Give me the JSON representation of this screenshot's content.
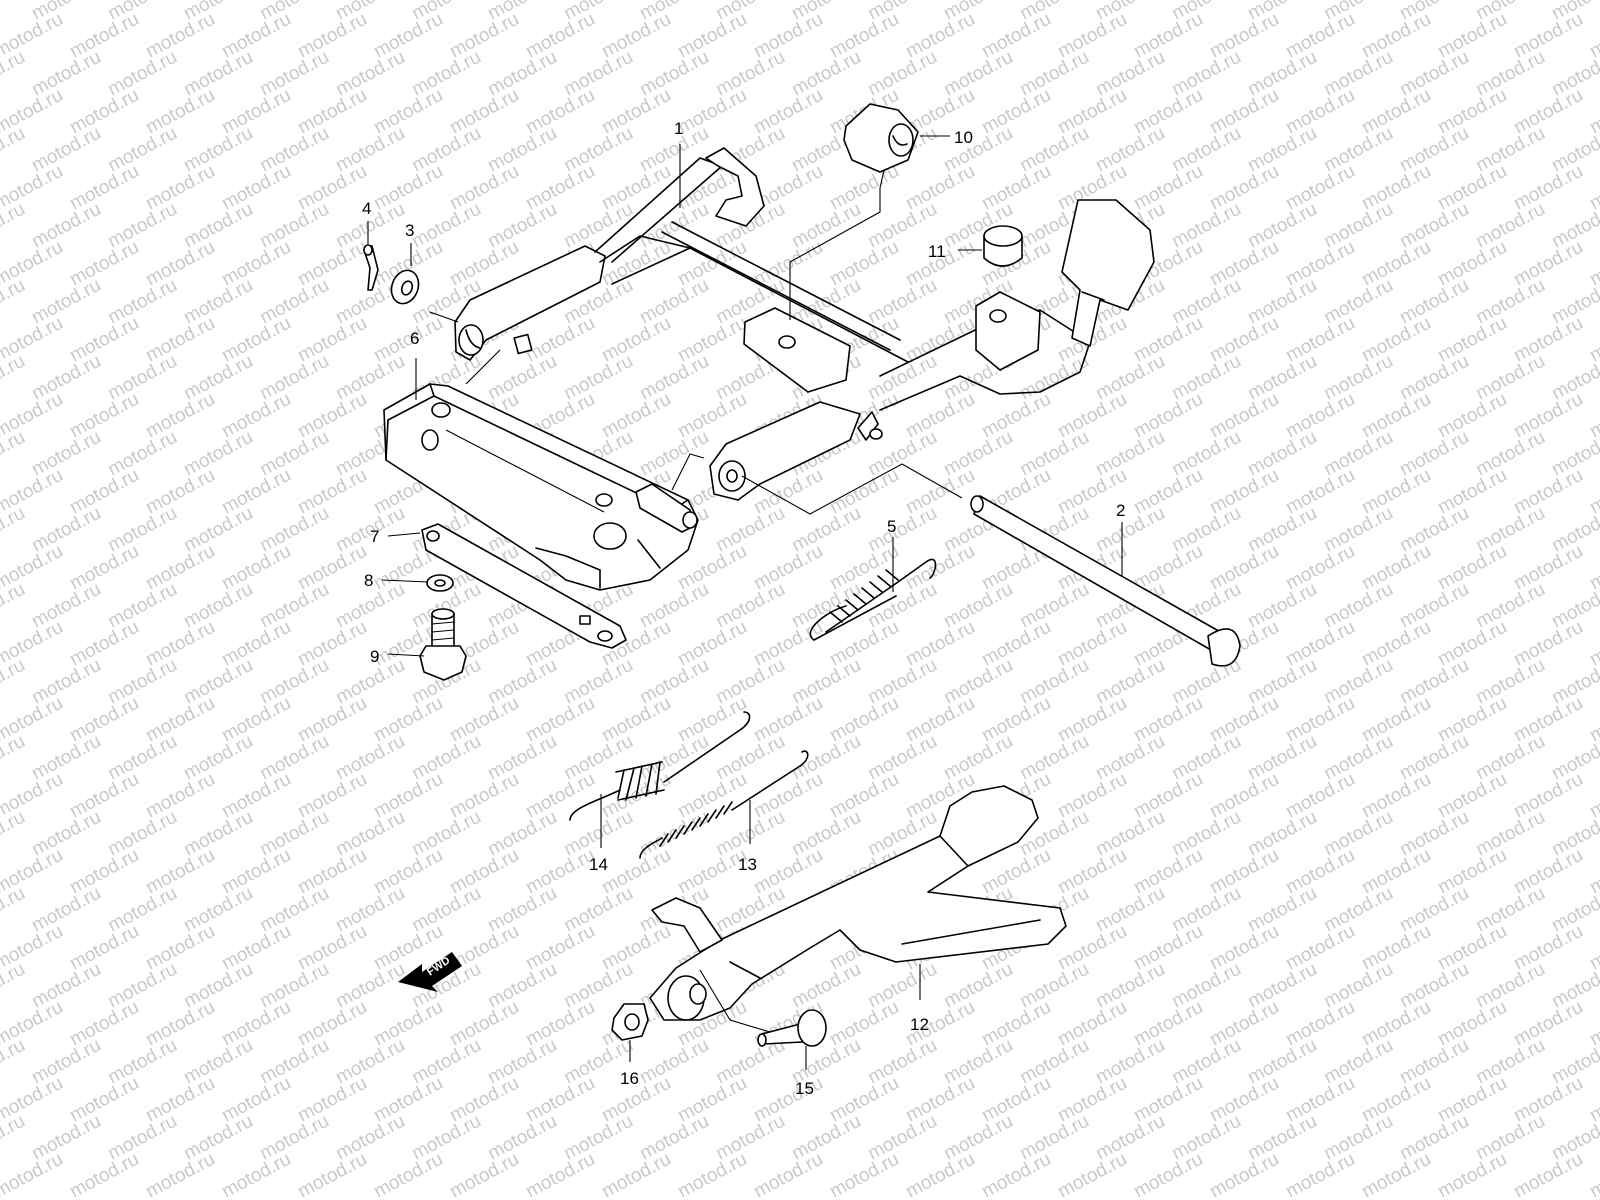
{
  "watermark": "motod.ru",
  "direction_label": "FWD",
  "callouts": [
    {
      "id": "c1",
      "label": "1"
    },
    {
      "id": "c2",
      "label": "2"
    },
    {
      "id": "c3",
      "label": "3"
    },
    {
      "id": "c4",
      "label": "4"
    },
    {
      "id": "c5",
      "label": "5"
    },
    {
      "id": "c6",
      "label": "6"
    },
    {
      "id": "c7",
      "label": "7"
    },
    {
      "id": "c8",
      "label": "8"
    },
    {
      "id": "c9",
      "label": "9"
    },
    {
      "id": "c10",
      "label": "10"
    },
    {
      "id": "c11",
      "label": "11"
    },
    {
      "id": "c12",
      "label": "12"
    },
    {
      "id": "c13",
      "label": "13"
    },
    {
      "id": "c14",
      "label": "14"
    },
    {
      "id": "c15",
      "label": "15"
    },
    {
      "id": "c16",
      "label": "16"
    }
  ]
}
